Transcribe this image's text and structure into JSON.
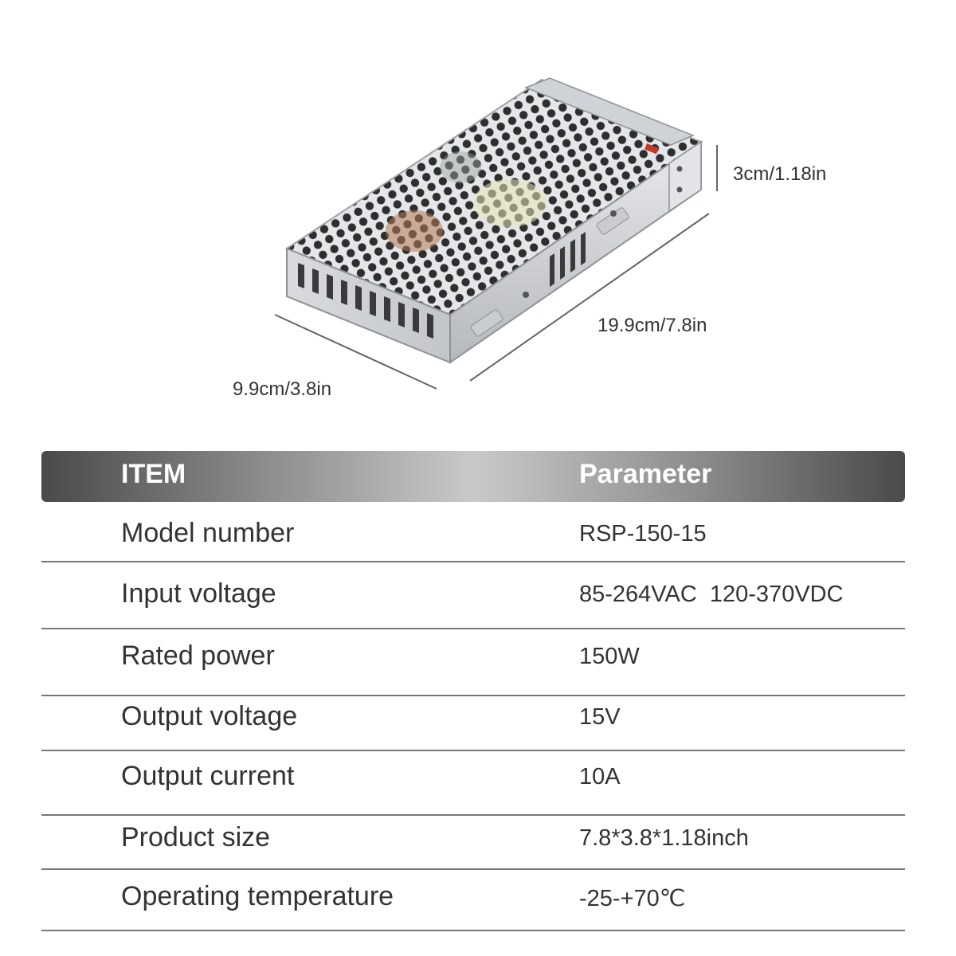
{
  "dimensions": {
    "height_label": "3cm/1.18in",
    "length_label": "19.9cm/7.8in",
    "width_label": "9.9cm/3.8in"
  },
  "table": {
    "header": {
      "item": "ITEM",
      "parameter": "Parameter"
    },
    "rows": [
      {
        "label": "Model number",
        "value": "RSP-150-15"
      },
      {
        "label": "Input voltage",
        "value": "85-264VAC  120-370VDC"
      },
      {
        "label": "Rated power",
        "value": "150W"
      },
      {
        "label": "Output voltage",
        "value": "15V"
      },
      {
        "label": "Output current",
        "value": "10A"
      },
      {
        "label": "Product size",
        "value": "7.8*3.8*1.18inch"
      },
      {
        "label": "Operating temperature",
        "value": "-25-+70℃"
      }
    ]
  },
  "colors": {
    "header_text": "#ffffff",
    "row_divider": "#777777",
    "casing": "#d9dbde"
  }
}
